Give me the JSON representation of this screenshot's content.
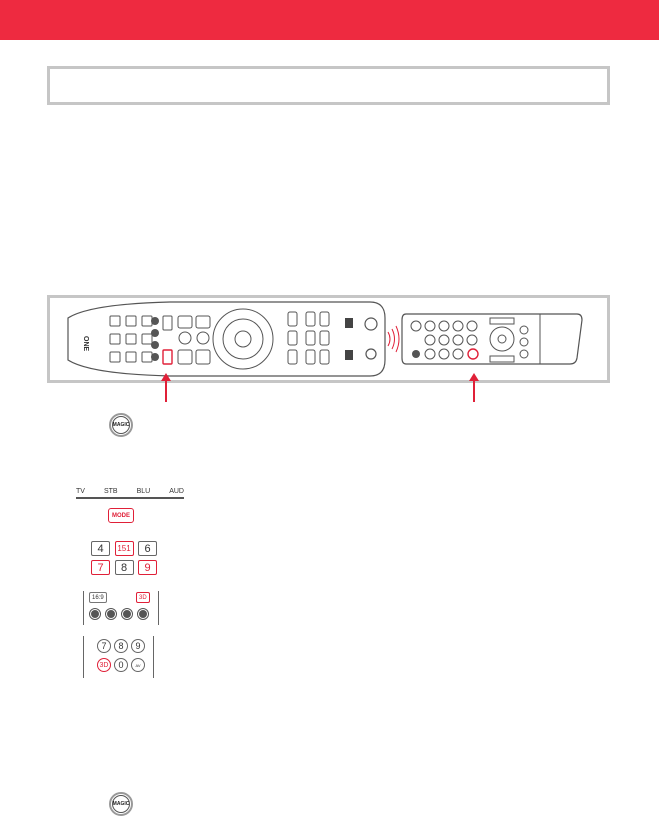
{
  "header": {
    "color": "#ee2a40"
  },
  "magic_key": {
    "label": "MAGIC"
  },
  "mode_selector": {
    "labels": [
      "TV",
      "STB",
      "BLU",
      "AUD"
    ],
    "button_label": "MODE"
  },
  "number_keys": {
    "row1": [
      "4",
      "151",
      "6"
    ],
    "row2": [
      "7",
      "8",
      "9"
    ],
    "highlighted": [
      "151",
      "7",
      "9"
    ]
  },
  "format_panel": {
    "left_label": "16:9",
    "right_label": "3D"
  },
  "original_remote_keys": {
    "row1": [
      "7",
      "8",
      "9"
    ],
    "row2": [
      "3D",
      "0",
      "AV"
    ]
  },
  "colors": {
    "accent": "#e02038",
    "frame": "#c6c6c6"
  }
}
